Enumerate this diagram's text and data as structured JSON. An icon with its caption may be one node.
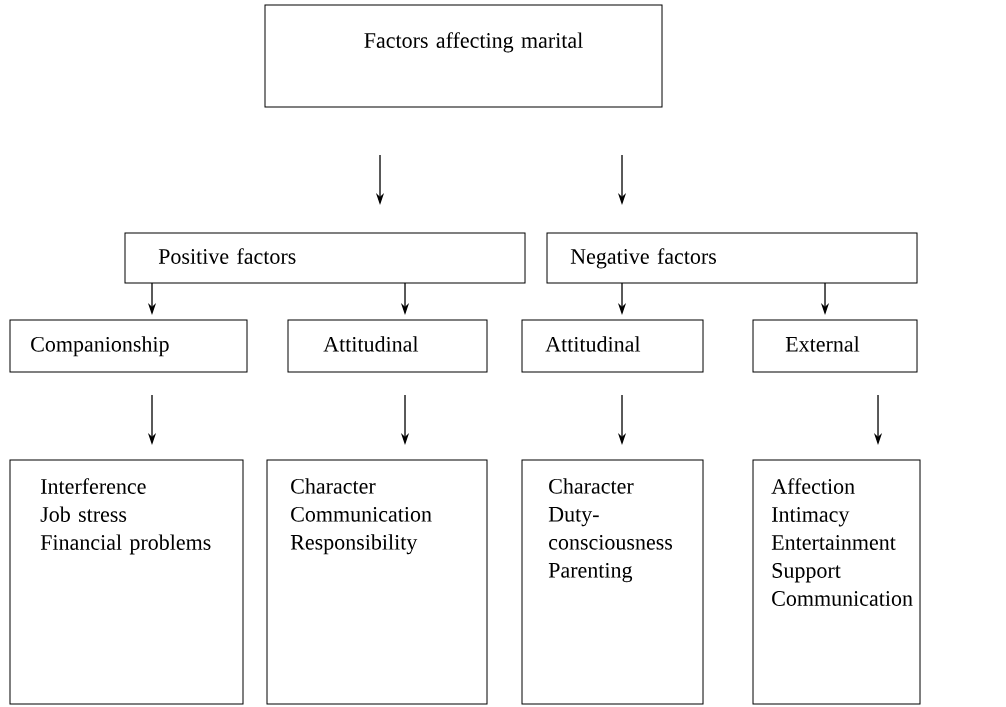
{
  "diagram": {
    "nodes": [
      {
        "text": [
          "Factors affecting marital"
        ]
      },
      {
        "text": [
          "Positive factors"
        ]
      },
      {
        "text": [
          "Negative factors"
        ]
      },
      {
        "text": [
          "Companionship"
        ]
      },
      {
        "text": [
          "Attitudinal"
        ]
      },
      {
        "text": [
          "Attitudinal"
        ]
      },
      {
        "text": [
          "External"
        ]
      },
      {
        "text": [
          "Interference",
          "Job stress",
          "Financial problems"
        ]
      },
      {
        "text": [
          "Character",
          "Communication",
          "Responsibility"
        ]
      },
      {
        "text": [
          "Character",
          "Duty-consciousness",
          "Parenting"
        ]
      },
      {
        "text": [
          "Affection",
          "Intimacy",
          "Entertainment",
          "Support",
          "Communication"
        ]
      }
    ],
    "edges": [
      {
        "from": 0,
        "to": 1,
        "arrow": "to"
      },
      {
        "from": 0,
        "to": 2,
        "arrow": "to"
      },
      {
        "from": 1,
        "to": 3,
        "arrow": "to"
      },
      {
        "from": 1,
        "to": 4,
        "arrow": "to"
      },
      {
        "from": 2,
        "to": 5,
        "arrow": "to"
      },
      {
        "from": 2,
        "to": 6,
        "arrow": "to"
      },
      {
        "from": 3,
        "to": 7,
        "arrow": "to"
      },
      {
        "from": 4,
        "to": 8,
        "arrow": "to"
      },
      {
        "from": 5,
        "to": 9,
        "arrow": "to"
      },
      {
        "from": 6,
        "to": 10,
        "arrow": "to"
      }
    ]
  }
}
